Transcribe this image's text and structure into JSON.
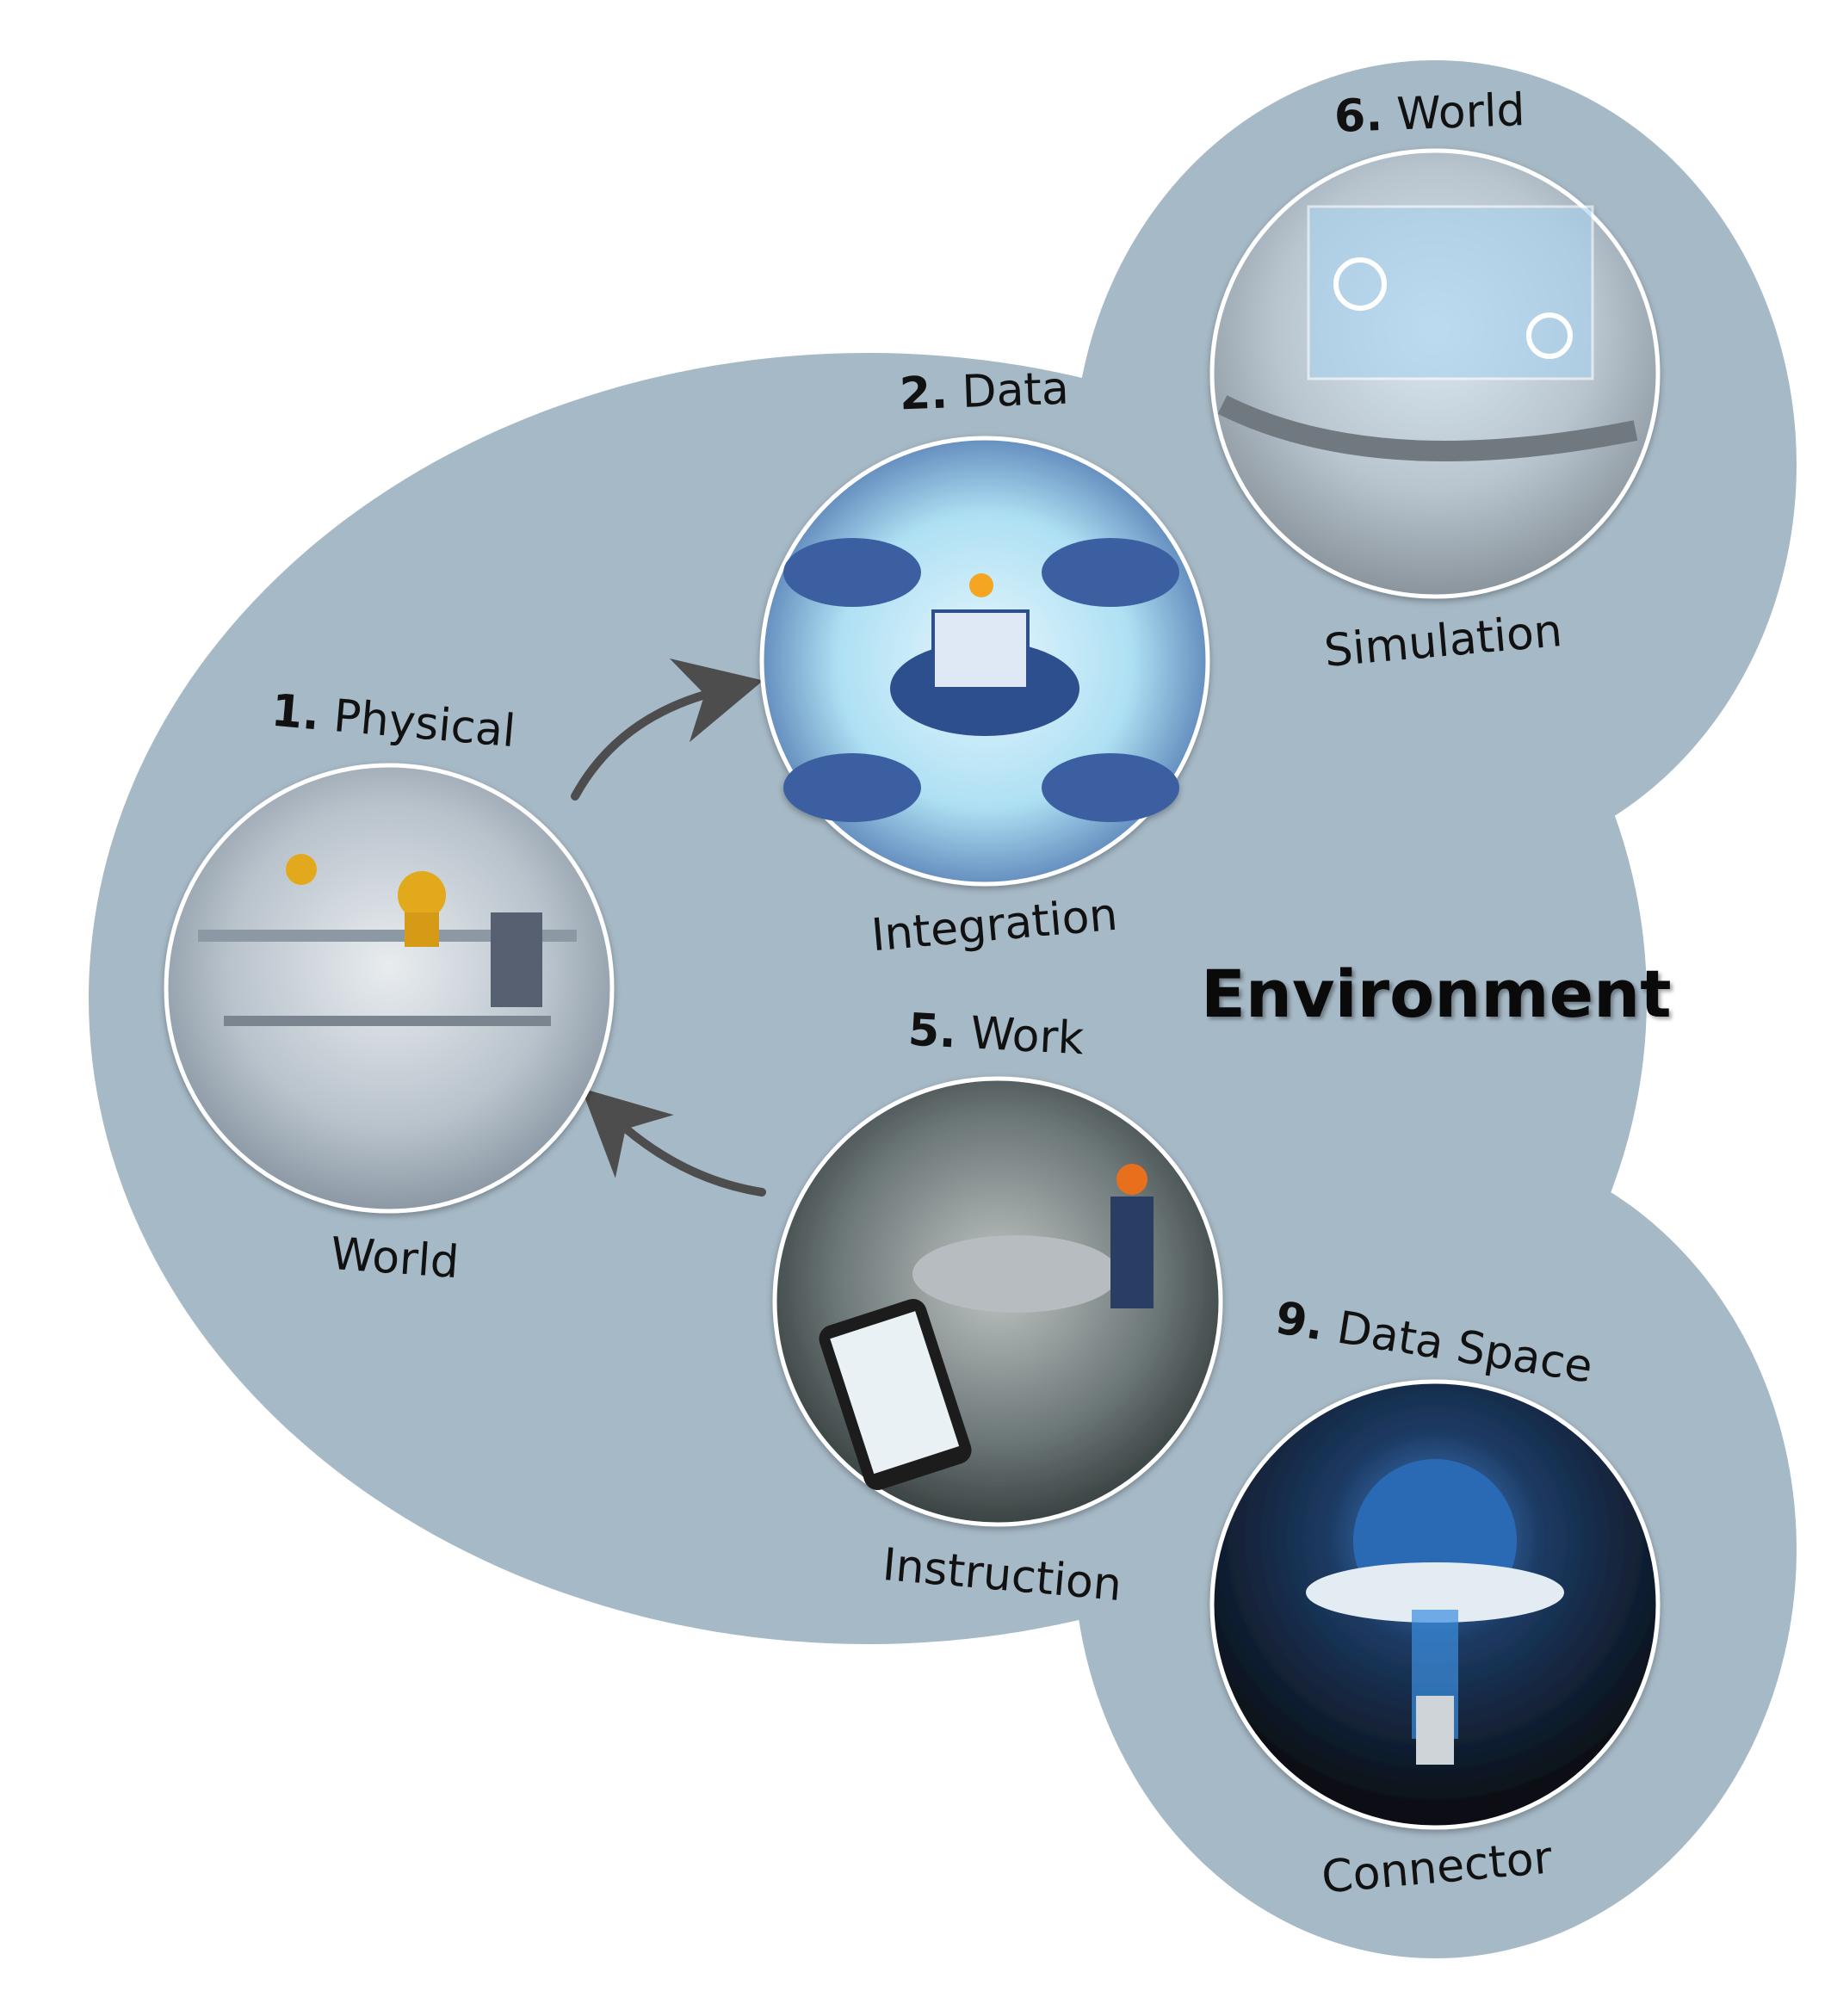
{
  "center_label": "Environment",
  "background_color": "#a6b9c6",
  "nodes": [
    {
      "number": "1.",
      "title": "Physical",
      "subtitle": "World",
      "icon": "factory-floor-image"
    },
    {
      "number": "2.",
      "title": "Data",
      "subtitle": "Integration",
      "icon": "data-network-image"
    },
    {
      "number": "6.",
      "title": "World",
      "subtitle": "Simulation",
      "icon": "digital-twin-image"
    },
    {
      "number": "5.",
      "title": "Work",
      "subtitle": "Instruction",
      "icon": "worker-tablet-image"
    },
    {
      "number": "9.",
      "title": "Data Space",
      "subtitle": "Connector",
      "icon": "globe-connector-image"
    }
  ],
  "arrows": [
    {
      "from": "Physical World",
      "to": "Data Integration"
    },
    {
      "from": "Work Instruction",
      "to": "Physical World"
    }
  ]
}
